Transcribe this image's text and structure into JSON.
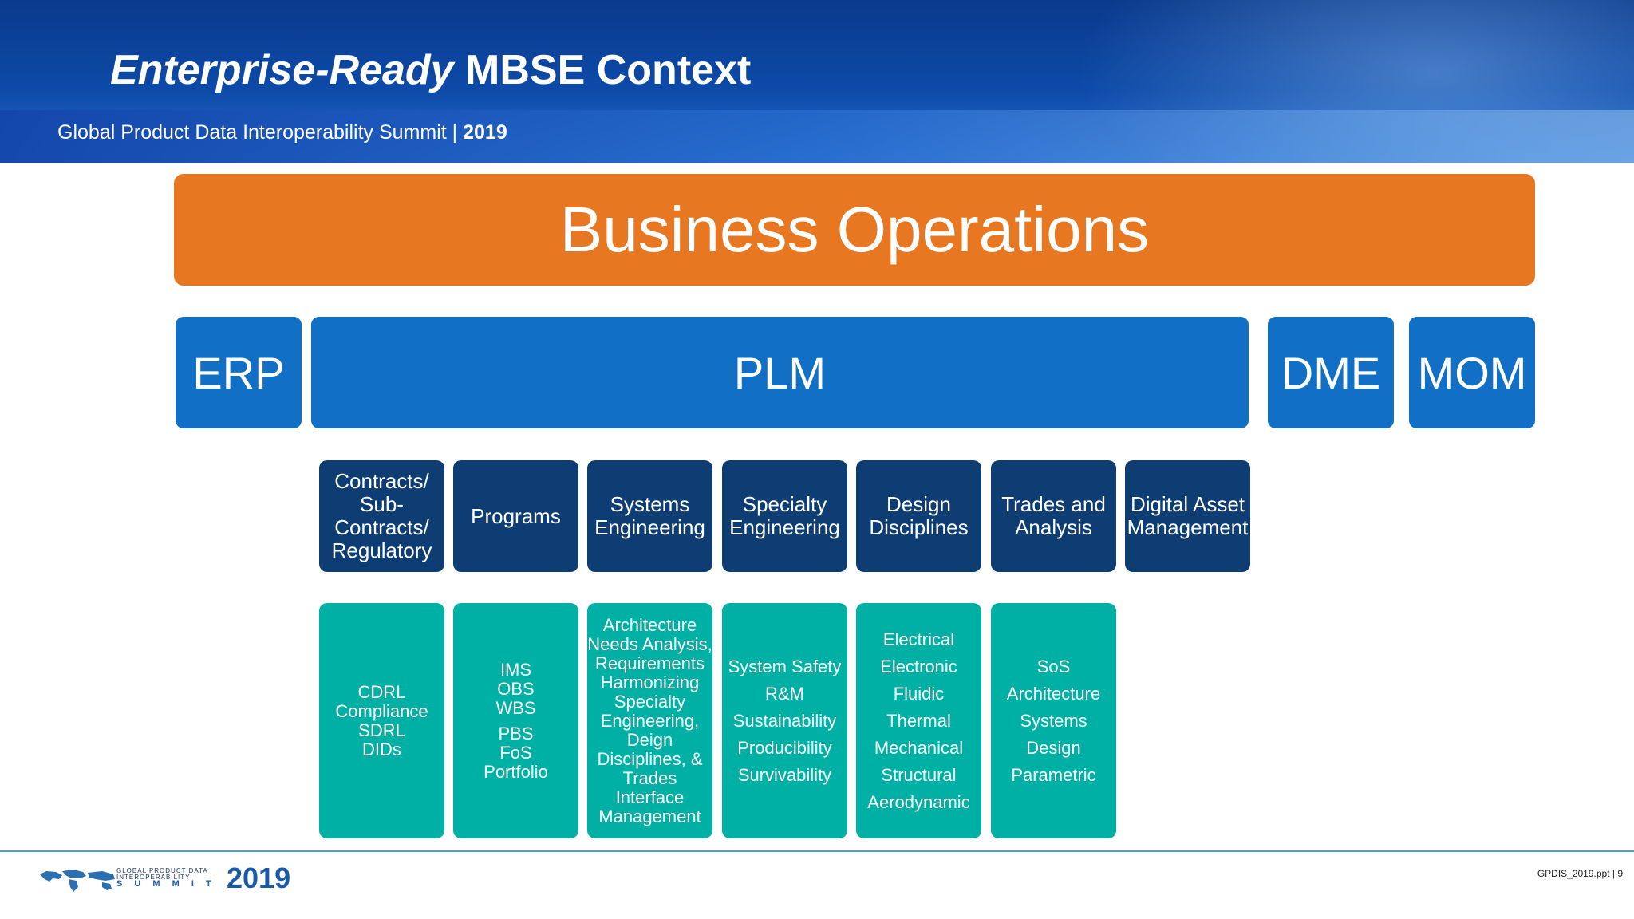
{
  "header": {
    "title_em": "Enterprise-Ready",
    "title_rest": " MBSE Context",
    "subtitle": "Global Product Data Interoperability Summit | ",
    "subtitle_year": "2019"
  },
  "diagram": {
    "top": "Business Operations",
    "systems": [
      "ERP",
      "PLM",
      "DME",
      "MOM"
    ],
    "categories": [
      [
        "Contracts/",
        "Sub-",
        "Contracts/",
        "Regulatory"
      ],
      [
        "Programs"
      ],
      [
        "Systems",
        "Engineering"
      ],
      [
        "Specialty",
        "Engineering"
      ],
      [
        "Design",
        "Disciplines"
      ],
      [
        "Trades and",
        "Analysis"
      ],
      [
        "Digital Asset",
        "Management"
      ]
    ],
    "details": [
      [
        "CDRL",
        "Compliance",
        "SDRL",
        "DIDs"
      ],
      [
        "IMS",
        "OBS",
        "WBS",
        "",
        "PBS",
        "FoS",
        "Portfolio"
      ],
      [
        "Architecture",
        "Needs Analysis,",
        "Requirements",
        "Harmonizing",
        "Specialty",
        "Engineering,",
        "Deign",
        "Disciplines, &",
        "Trades",
        "Interface",
        "Management"
      ],
      [
        "System Safety",
        "R&M",
        "Sustainability",
        "Producibility",
        "Survivability"
      ],
      [
        "Electrical",
        "Electronic",
        "Fluidic",
        "Thermal",
        "Mechanical",
        "Structural",
        "Aerodynamic"
      ],
      [
        "SoS",
        "Architecture",
        "Systems",
        "Design",
        "Parametric"
      ]
    ]
  },
  "footer": {
    "logo_small_1": "GLOBAL PRODUCT DATA",
    "logo_small_2": "INTEROPERABILITY",
    "logo_small_3": "S U M M I T",
    "logo_year": "2019",
    "page_ref": "GPDIS_2019.ppt | 9"
  },
  "colors": {
    "business": "#e87722",
    "systems": "#1170c6",
    "categories": "#0e3d74",
    "details": "#00b0a5"
  }
}
